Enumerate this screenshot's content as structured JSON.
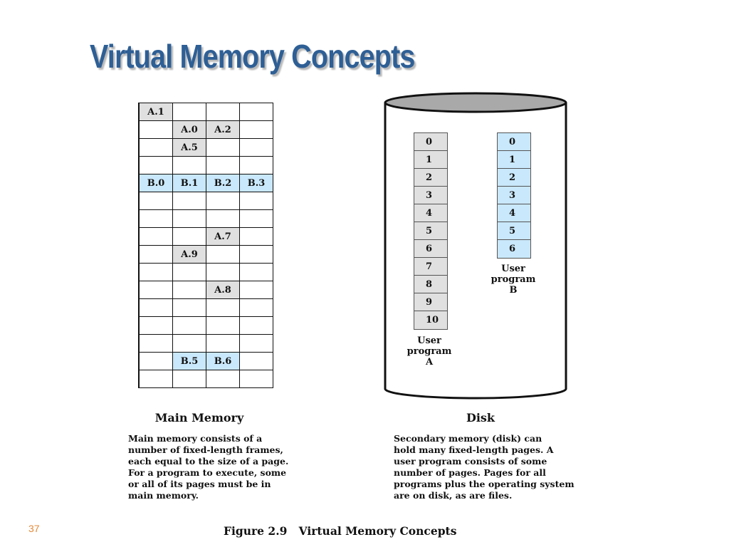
{
  "title": "Virtual Memory Concepts",
  "main_memory": {
    "label": "Main Memory",
    "rows": [
      [
        "A.1",
        "",
        "",
        ""
      ],
      [
        "",
        "A.0",
        "A.2",
        ""
      ],
      [
        "",
        "A.5",
        "",
        ""
      ],
      [
        "",
        "",
        "",
        ""
      ],
      [
        "B.0",
        "B.1",
        "B.2",
        "B.3"
      ],
      [
        "",
        "",
        "",
        ""
      ],
      [
        "",
        "",
        "",
        ""
      ],
      [
        "",
        "",
        "A.7",
        ""
      ],
      [
        "",
        "A.9",
        "",
        ""
      ],
      [
        "",
        "",
        "",
        ""
      ],
      [
        "",
        "",
        "A.8",
        ""
      ],
      [
        "",
        "",
        "",
        ""
      ],
      [
        "",
        "",
        "",
        ""
      ],
      [
        "",
        "",
        "",
        ""
      ],
      [
        "",
        "B.5",
        "B.6",
        ""
      ],
      [
        "",
        "",
        "",
        ""
      ]
    ],
    "caption": "Main memory consists of a\nnumber of fixed-length frames,\neach equal to the size of a page.\nFor a program to execute, some\nor all of its pages must be in\nmain memory."
  },
  "disk": {
    "label": "Disk",
    "program_a": {
      "label": "User\nprogram\nA",
      "pages": [
        "0",
        "1",
        "2",
        "3",
        "4",
        "5",
        "6",
        "7",
        "8",
        "9",
        "10"
      ]
    },
    "program_b": {
      "label": "User\nprogram\nB",
      "pages": [
        "0",
        "1",
        "2",
        "3",
        "4",
        "5",
        "6"
      ]
    },
    "caption": "Secondary memory (disk) can\nhold many fixed-length pages. A\nuser program consists of some\nnumber of pages. Pages for all\nprograms plus the operating system\nare on disk, as are files."
  },
  "figure_caption": "Figure 2.9   Virtual Memory Concepts",
  "slide_number": "37",
  "colors": {
    "program_a_fill": "#e0e0e0",
    "program_b_fill": "#c9e8fb",
    "title_color": "#2e5f95"
  }
}
